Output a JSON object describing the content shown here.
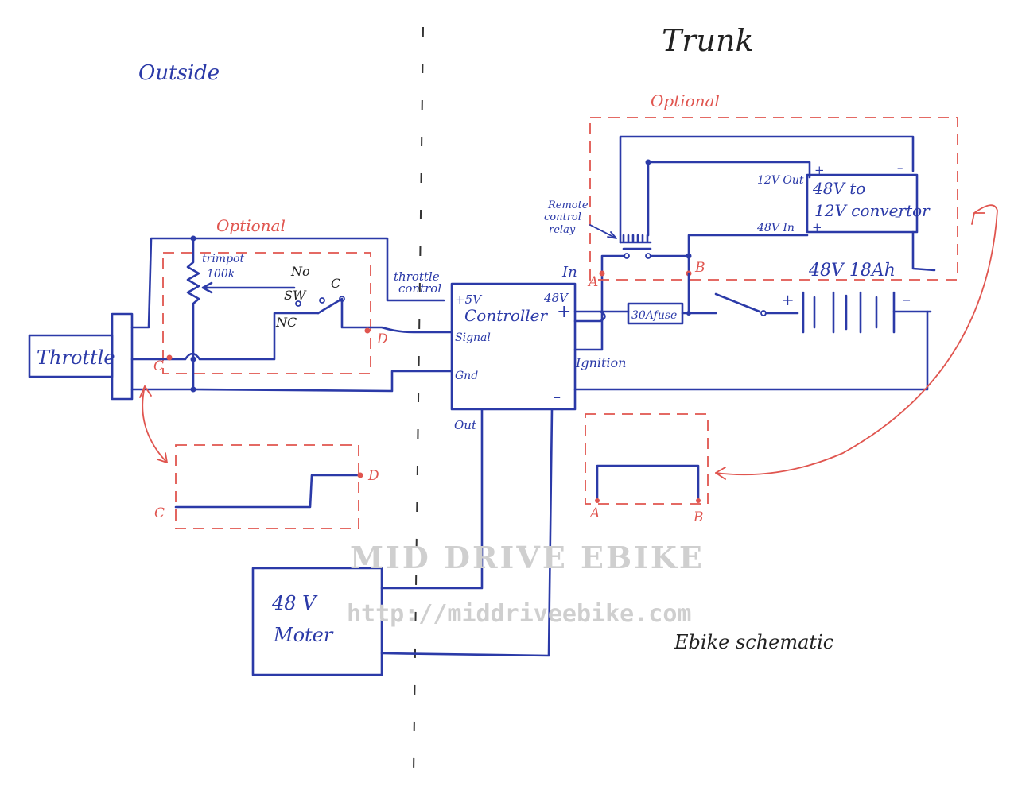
{
  "regions": {
    "outside": "Outside",
    "trunk": "Trunk"
  },
  "optional_labels": {
    "throttle_box": "Optional",
    "converter_box": "Optional"
  },
  "throttle": "Throttle",
  "trimpot": {
    "line1": "trimpot",
    "line2": "100k"
  },
  "switch": {
    "no": "No",
    "sw": "SW",
    "nc": "NC",
    "c": "C"
  },
  "throttle_control": {
    "line1": "throttle",
    "line2": "control"
  },
  "controller": {
    "plus5v": "+5V",
    "v48": "48V",
    "title": "Controller",
    "plus": "+",
    "signal": "Signal",
    "gnd": "Gnd",
    "minus": "–",
    "ignition": "Ignition",
    "out": "Out"
  },
  "relay": {
    "line1": "Remote",
    "line2": "control",
    "line3": "relay"
  },
  "relay_in": "In",
  "converter": {
    "line1": "48V  to",
    "line2": "12V  convertor",
    "out12": "12V Out",
    "in48": "48V  In",
    "plus_top": "+",
    "plus_bottom": "+",
    "minus_top": "–",
    "minus_right": "–"
  },
  "fuse": "30Afuse",
  "battery": {
    "label": "48V  18Ah",
    "plus": "+",
    "minus": "–"
  },
  "points": {
    "a": "A",
    "b": "B",
    "c": "C",
    "d": "D"
  },
  "motor": {
    "line1": "48 V",
    "line2": "Moter"
  },
  "footer": "Ebike   schematic",
  "watermark": {
    "title": "MID DRIVE EBIKE",
    "url": "http://middriveebike.com"
  },
  "colors": {
    "ink_blue": "#2b3aa8",
    "optional_red": "#e0554f",
    "watermark_gray": "#cfcfcf"
  }
}
